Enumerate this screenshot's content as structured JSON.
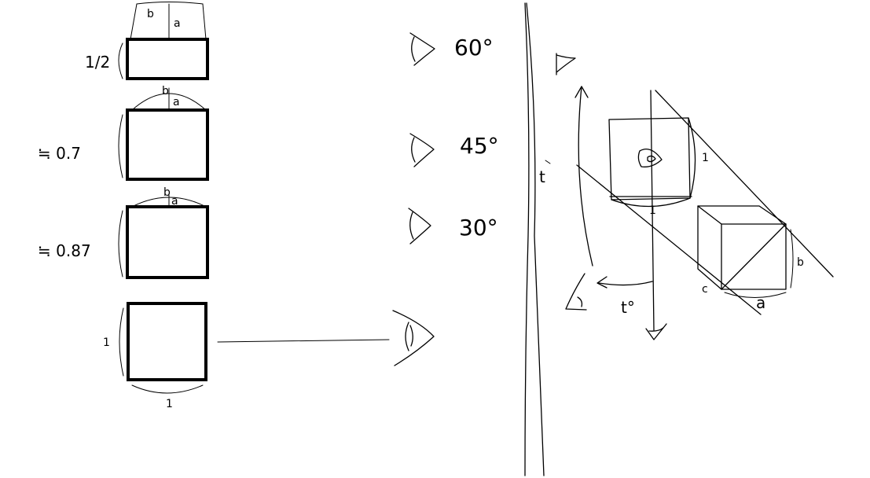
{
  "left_panel": {
    "squares": [
      {
        "ratio_label": "1/2",
        "top_labels": [
          "b",
          "a"
        ]
      },
      {
        "ratio_label": "≒ 0.7",
        "top_labels": [
          "b",
          "a"
        ]
      },
      {
        "ratio_label": "≒ 0.87",
        "top_labels": [
          "b",
          "a"
        ]
      },
      {
        "side_label": "1",
        "bottom_label": "1"
      }
    ]
  },
  "middle_panel": {
    "angles": [
      "60°",
      "45°",
      "30°"
    ]
  },
  "right_panel": {
    "t_label": "t",
    "t_angle_label": "t°",
    "square_side_label": "1",
    "square_bottom_label": "1",
    "corner_label": "c",
    "a_label": "a",
    "b_label": "b"
  }
}
